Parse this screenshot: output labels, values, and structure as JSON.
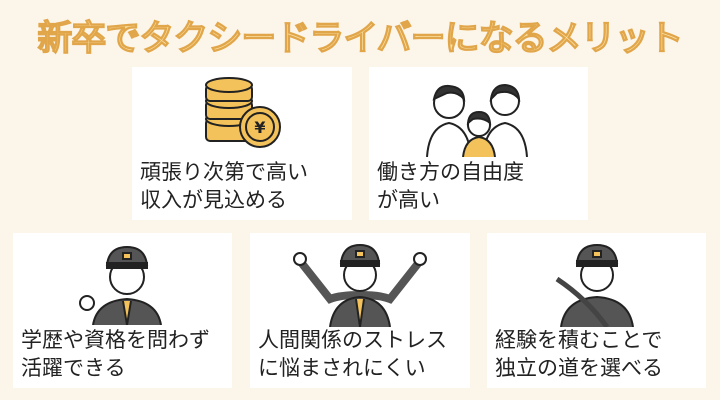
{
  "title": "新卒でタクシードライバーになるメリット",
  "colors": {
    "background": "#fcf6ea",
    "title_fill": "#fbe3a8",
    "title_outline": "#e2a64a",
    "accent": "#f0b040"
  },
  "cards": [
    {
      "line1": "頑張り次第で高い",
      "line2": "収入が見込める",
      "icon": "coins-yen-icon"
    },
    {
      "line1": "働き方の自由度",
      "line2": "が高い",
      "icon": "family-icon"
    },
    {
      "line1": "学歴や資格を問わず",
      "line2": "活躍できる",
      "icon": "driver-ok-icon"
    },
    {
      "line1": "人間関係のストレス",
      "line2": "に悩まされにくい",
      "icon": "driver-cheer-icon"
    },
    {
      "line1": "経験を積むことで",
      "line2": "独立の道を選べる",
      "icon": "driver-steering-icon"
    }
  ],
  "yen": "¥"
}
